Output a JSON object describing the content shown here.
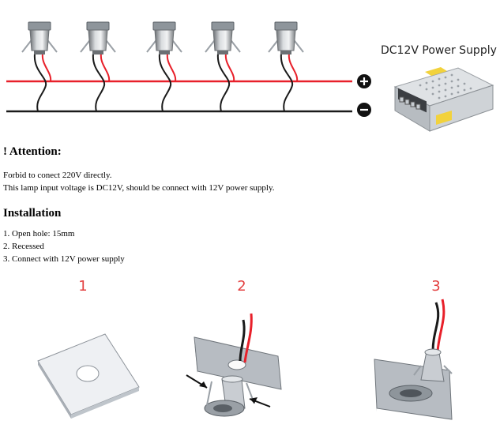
{
  "power_supply": {
    "title": "DC12V Power Supply",
    "plus_symbol": "+",
    "minus_symbol": "−"
  },
  "attention": {
    "heading": "! Attention:",
    "lines": [
      "Forbid to conect 220V directly.",
      "This lamp input voltage is DC12V, should be connect with 12V power supply."
    ]
  },
  "installation": {
    "heading": "Installation",
    "steps": [
      "1. Open hole: 15mm",
      "2. Recessed",
      "3. Connect with 12V power supply"
    ]
  },
  "figures": {
    "labels": [
      "1",
      "2",
      "3"
    ]
  },
  "colors": {
    "positive_wire": "#e8202a",
    "negative_wire": "#1a1a1a",
    "step_number": "#e34040"
  }
}
